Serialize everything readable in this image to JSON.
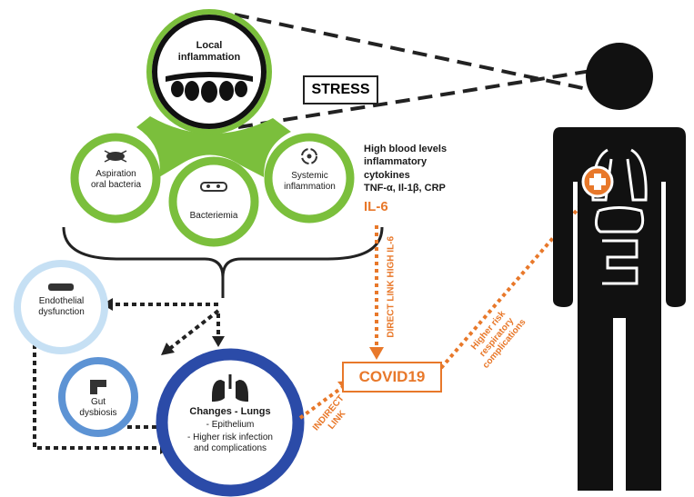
{
  "local_inflammation": "Local\ninflammation",
  "stress": "STRESS",
  "aspiration": "Aspiration\noral bacteria",
  "bacteriemia": "Bacteriemia",
  "systemic": "Systemic\ninflammation",
  "blood_levels": "High blood levels\ninflammatory\ncytokines\nTNF-α, Il-1β, CRP",
  "il6": "IL-6",
  "endothelial": "Endothelial\ndysfunction",
  "gut": "Gut\ndysbiosis",
  "lungs_title": "Changes -  Lungs",
  "lungs_item1": "-   Epithelium",
  "lungs_item2": "-   Higher risk infection\nand complications",
  "covid": "COVID19",
  "direct_link": "DIRECT LINK HIGH IL-6",
  "indirect_link": "INDIRECT\nLINK",
  "higher_risk": "Higher risk\nrespiratory\ncomplications",
  "colors": {
    "green": "#7bbf3c",
    "light_blue": "#9cc8e8",
    "mid_blue": "#4a7fc8",
    "dark_blue": "#2b4ba8",
    "orange": "#e8782a",
    "black": "#111111"
  }
}
